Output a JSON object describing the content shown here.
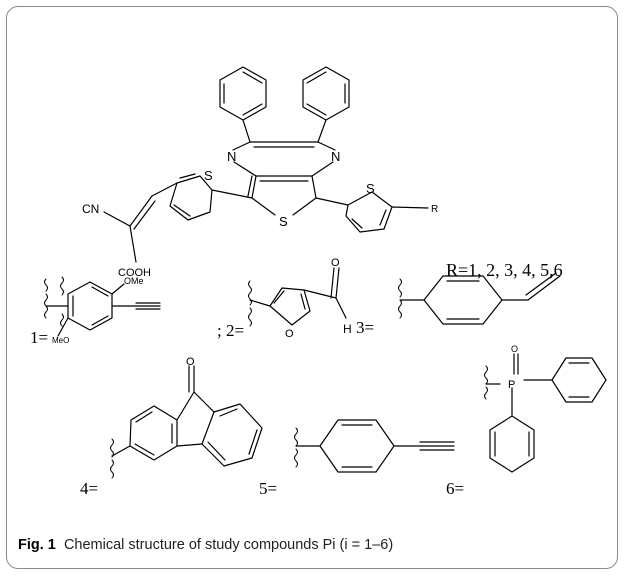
{
  "labels": {
    "n_left": "N",
    "n_right": "N",
    "s_left_thiophene": "S",
    "s_core": "S",
    "s_right_thiophene": "S",
    "cn": "CN",
    "cooh": "COOH",
    "r": "R",
    "r_values": "R=1, 2, 3, 4, 5,6",
    "ome": "OMe",
    "meo": "MeO",
    "lbl_1": "1=",
    "lbl_2": "; 2=",
    "furan_o": "O",
    "carbonyl_o": "O",
    "aldehyde_h": "H",
    "lbl_3": "3=",
    "fluorenone_o": "O",
    "lbl_4": "4=",
    "lbl_5": "5=",
    "phosphine_o": "O",
    "phosphorus": "P",
    "lbl_6": "6="
  },
  "caption": {
    "prefix": "Fig. 1",
    "text": "Chemical structure of study compounds Pi (i = 1–6)"
  }
}
